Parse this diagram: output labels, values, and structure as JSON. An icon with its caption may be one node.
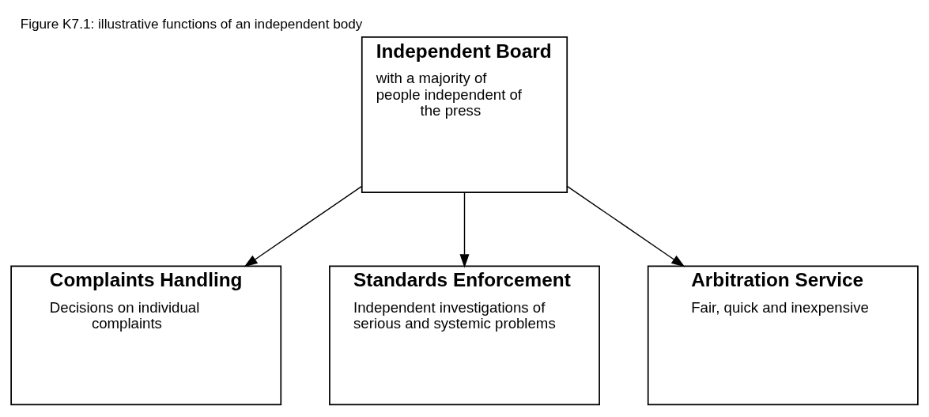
{
  "diagram": {
    "title": "Figure K7.1: illustrative functions of an independent body",
    "nodes": [
      {
        "text": [
          "Independent Board",
          "with a majority of people independent of the press"
        ]
      },
      {
        "text": [
          "Complaints Handling",
          "Decisions on individual complaints"
        ]
      },
      {
        "text": [
          "Standards Enforcement",
          "Independent investigations of serious and systemic problems"
        ]
      },
      {
        "text": [
          "Arbitration Service",
          "Fair, quick and inexpensive"
        ]
      }
    ],
    "edges": [
      {
        "from": 0,
        "to": 1,
        "arrow": "to"
      },
      {
        "from": 0,
        "to": 2,
        "arrow": "to"
      },
      {
        "from": 0,
        "to": 3,
        "arrow": "to"
      }
    ]
  }
}
